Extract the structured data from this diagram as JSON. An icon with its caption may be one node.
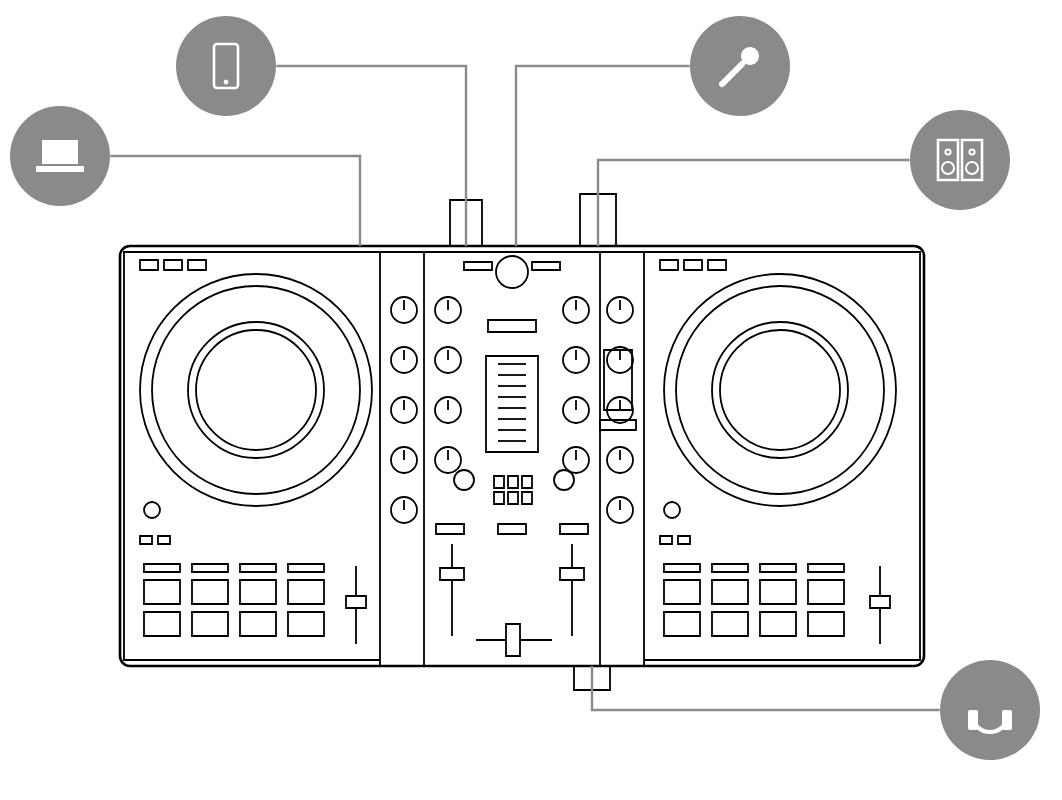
{
  "diagram": {
    "nodes": [
      {
        "text": [],
        "shape": "circle"
      },
      {
        "text": [],
        "shape": "circle"
      },
      {
        "text": [],
        "shape": "circle"
      },
      {
        "text": [],
        "shape": "circle"
      },
      {
        "text": [],
        "shape": "picture"
      },
      {
        "text": [],
        "shape": "circle"
      }
    ],
    "edges": [
      {
        "from": 0,
        "to": 4,
        "arrow": "none"
      },
      {
        "from": 1,
        "to": 4,
        "arrow": "none"
      },
      {
        "from": 2,
        "to": 4,
        "arrow": "none"
      },
      {
        "from": 3,
        "to": 4,
        "arrow": "none"
      },
      {
        "from": 5,
        "to": 4,
        "arrow": "none"
      }
    ]
  }
}
